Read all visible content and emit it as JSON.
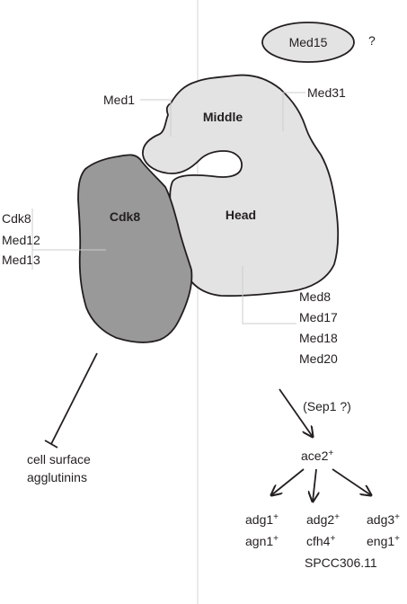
{
  "labels": {
    "med15": "Med15",
    "med15_q": "?",
    "med1": "Med1",
    "med31": "Med31",
    "middle": "Middle",
    "cdk8_region": "Cdk8",
    "head": "Head",
    "cdk8_module": [
      "Cdk8",
      "Med12",
      "Med13"
    ],
    "head_module": [
      "Med8",
      "Med17",
      "Med18",
      "Med20"
    ],
    "sep1": "(Sep1 ?)",
    "cell_surface": [
      "cell surface",
      "agglutinins"
    ],
    "ace2": "ace2",
    "targets": {
      "col1": [
        "adg1",
        "agn1"
      ],
      "col2": [
        "adg2",
        "cfh4"
      ],
      "col3": [
        "adg3",
        "eng1"
      ],
      "extra": "SPCC306.11"
    },
    "superscript": "+"
  },
  "colors": {
    "light_fill": "#e3e3e3",
    "dark_fill": "#999999",
    "stroke": "#231f20",
    "divider": "#cccccc"
  }
}
